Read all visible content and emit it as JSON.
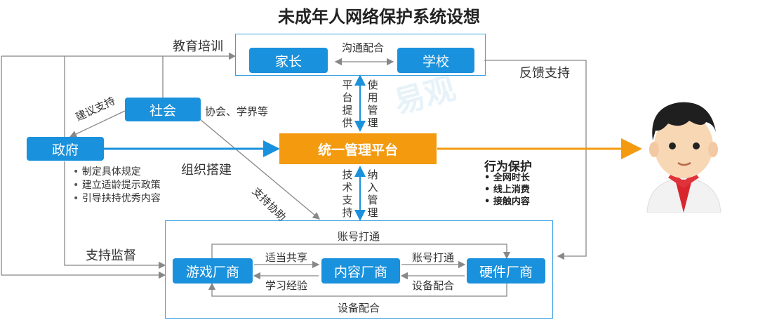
{
  "title": "未成年人网络保护系统设想",
  "nodes": {
    "parent": "家长",
    "school": "学校",
    "society": "社会",
    "government": "政府",
    "platform": "统一管理平台",
    "game": "游戏厂商",
    "content": "内容厂商",
    "hardware": "硬件厂商"
  },
  "labels": {
    "education": "教育培训",
    "communication": "沟通配合",
    "feedback": "反馈支持",
    "suggest": "建议支持",
    "society_sub": "协会、学界等",
    "platform_provide": "平台提供",
    "use_manage": "使用管理",
    "organize": "组织搭建",
    "assist": "支持协助",
    "tech_support": "技术支持",
    "include_manage": "纳入管理",
    "supervise": "支持监督",
    "account_top": "账号打通",
    "share": "适当共享",
    "learn": "学习经验",
    "account_mid": "账号打通",
    "device_mid": "设备配合",
    "device_bottom": "设备配合"
  },
  "gov_bullets": [
    "制定具体规定",
    "建立适龄提示政策",
    "引导扶持优秀内容"
  ],
  "protection": {
    "title": "行为保护",
    "items": [
      "全网时长",
      "线上消费",
      "接触内容"
    ]
  },
  "watermark": "易观",
  "colors": {
    "box_blue": "#1a91dc",
    "platform_orange": "#f39a0f",
    "line_gray": "#888888",
    "frame_blue": "#3aa0e0"
  }
}
